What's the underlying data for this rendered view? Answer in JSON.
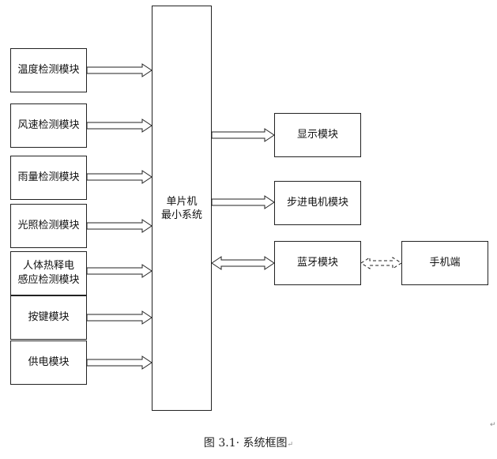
{
  "modules": {
    "temperature": "温度检测模块",
    "wind_speed": "风速检测模块",
    "rain": "雨量检测模块",
    "light": "光照检测模块",
    "pir": "人体热释电\n感应检测模块",
    "keys": "按键模块",
    "power": "供电模块"
  },
  "mcu": "单片机\n最小系统",
  "outputs": {
    "display": "显示模块",
    "stepper": "步进电机模块",
    "bluetooth": "蓝牙模块",
    "phone": "手机端"
  },
  "caption": "图 3.1· 系统框图",
  "paragraph_mark": "↵",
  "line_color": "#222222"
}
